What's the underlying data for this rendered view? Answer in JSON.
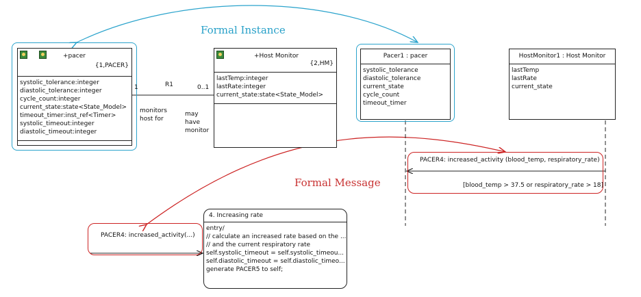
{
  "captions": {
    "formal_instance": "Formal Instance",
    "formal_message": "Formal Message"
  },
  "pacer_class": {
    "title": "+pacer",
    "keyletter": "{1,PACER}",
    "attributes": [
      "systolic_tolerance:integer",
      "diastolic_tolerance:integer",
      "cycle_count:integer",
      "current_state:state<State_Model>",
      "timeout_timer:inst_ref<Timer>",
      "systolic_timeout:integer",
      "diastolic_timeout:integer"
    ]
  },
  "host_monitor_class": {
    "title": "+Host Monitor",
    "keyletter": "{2,HM}",
    "attributes": [
      "lastTemp:integer",
      "lastRate:integer",
      "current_state:state<State_Model>"
    ]
  },
  "association": {
    "name": "R1",
    "left_mult": "1",
    "right_mult": "0..1",
    "left_phrase": [
      "monitors",
      "host for"
    ],
    "right_phrase": [
      "may",
      "have",
      "monitor"
    ]
  },
  "pacer_instance": {
    "title": "Pacer1 : pacer",
    "attributes": [
      "systolic_tolerance",
      "diastolic_tolerance",
      "current_state",
      "cycle_count",
      "timeout_timer"
    ]
  },
  "host_monitor_instance": {
    "title": "HostMonitor1 : Host Monitor",
    "attributes": [
      "lastTemp",
      "lastRate",
      "current_state"
    ]
  },
  "sequence_message": {
    "label": "PACER4: increased_activity (blood_temp, respiratory_rate)",
    "guard": "[blood_temp > 37.5 or respiratory_rate > 18]"
  },
  "state_event": {
    "label": "PACER4: increased_activity(...)"
  },
  "state": {
    "title": "4. Increasing rate",
    "lines": [
      "entry/",
      "// calculate an increased rate based on the ...",
      "// and the current respiratory rate",
      "self.systolic_timeout = self.systolic_timeou...",
      "self.diastolic_timeout = self.diastolic_timeo...",
      "generate PACER5 to self;"
    ]
  },
  "colors": {
    "formal_instance_accent": "#2aa3cc",
    "formal_message_accent": "#cc2222"
  }
}
